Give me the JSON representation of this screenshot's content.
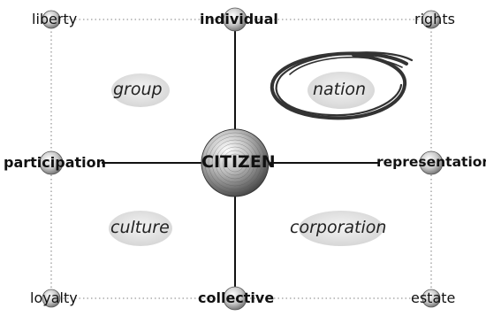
{
  "corners": {
    "top_left": "liberty",
    "top_right": "rights",
    "bottom_left": "loyalty",
    "bottom_right": "estate"
  },
  "axes": {
    "top": "individual",
    "bottom": "collective",
    "left": "participation",
    "right": "representation"
  },
  "center": "CITIZEN",
  "quadrants": {
    "upper_left": "group",
    "upper_right": "nation",
    "lower_left": "culture",
    "lower_right": "corporation"
  },
  "highlighted_quadrant": "nation",
  "colors": {
    "line": "#111111",
    "dotted_frame": "#999999",
    "ellipse_fill": "#e2e2e2",
    "circle_stroke": "#333333"
  }
}
